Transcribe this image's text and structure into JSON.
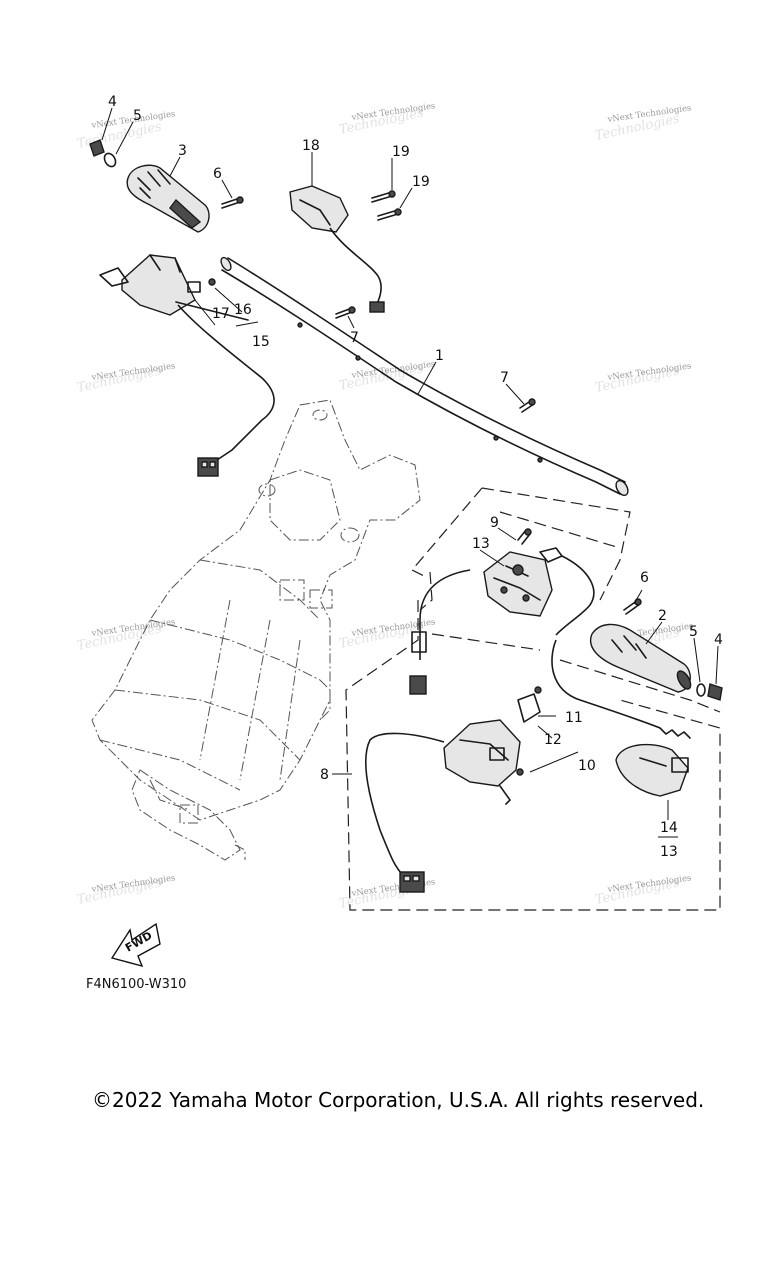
{
  "diagram": {
    "code": "F4N6100-W310",
    "copyright": "©2022 Yamaha Motor Corporation, U.S.A. All rights reserved.",
    "watermark": "vNext Technologies",
    "fwd_label": "FWD",
    "callouts": {
      "c1": "1",
      "c2": "2",
      "c3": "3",
      "c4a": "4",
      "c4b": "4",
      "c5a": "5",
      "c5b": "5",
      "c6a": "6",
      "c6b": "6",
      "c7a": "7",
      "c7b": "7",
      "c8": "8",
      "c9": "9",
      "c10": "10",
      "c11": "11",
      "c12": "12",
      "c13a": "13",
      "c13b": "13",
      "c14": "14",
      "c15": "15",
      "c16": "16",
      "c17": "17",
      "c18": "18",
      "c19a": "19",
      "c19b": "19"
    }
  }
}
